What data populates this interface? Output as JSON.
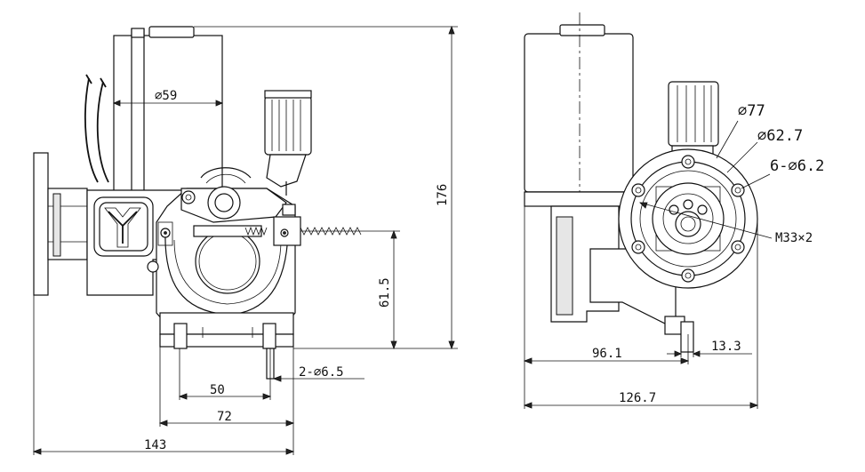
{
  "dimensions": {
    "motor_diameter": "⌀59",
    "total_height": "176",
    "center_height": "61.5",
    "mounting_holes": "2-⌀6.5",
    "hole_spacing": "50",
    "base_width": "72",
    "total_width": "143",
    "outer_diameter": "⌀77",
    "pitch_diameter": "⌀62.7",
    "bolt_holes": "6-⌀6.2",
    "thread": "M33×2",
    "offset_width": "96.1",
    "pin_width": "13.3",
    "side_width": "126.7"
  }
}
